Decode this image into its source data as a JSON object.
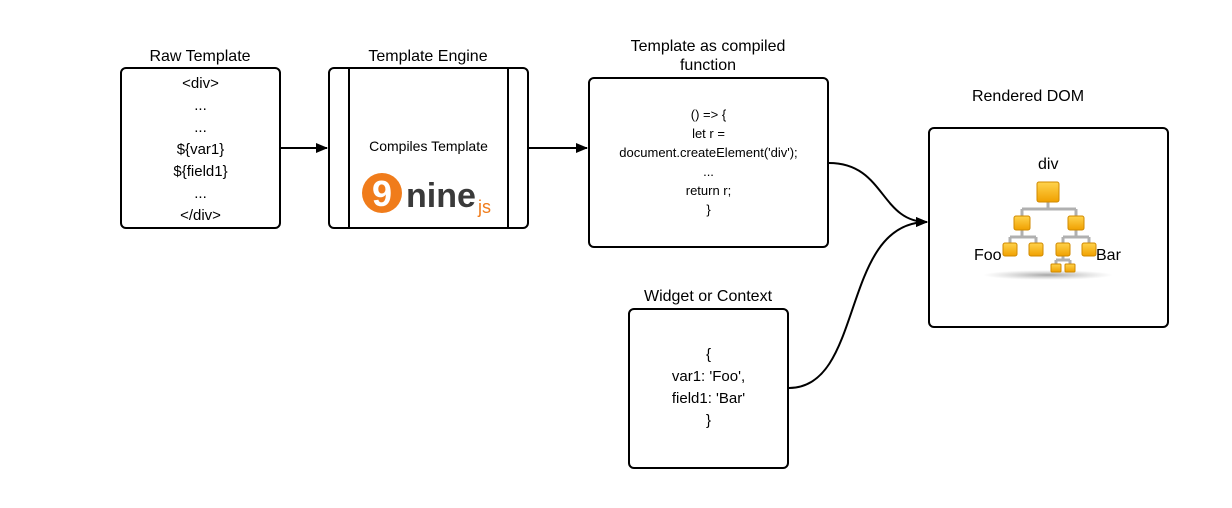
{
  "raw_template": {
    "title": "Raw Template",
    "lines": [
      "<div>",
      "...",
      "...",
      "${var1}",
      "${field1}",
      "...",
      "</div>"
    ]
  },
  "template_engine": {
    "title": "Template Engine",
    "caption": "Compiles Template",
    "logo": {
      "digit": "9",
      "word": "nine",
      "suffix": "js",
      "accent": "#f07c1b",
      "dark": "#3a3a3a"
    }
  },
  "compiled_function": {
    "title_line1": "Template as compiled",
    "title_line2": "function",
    "lines": [
      "() => {",
      "let r =",
      "document.createElement('div');",
      "...",
      "return r;",
      "}"
    ]
  },
  "context": {
    "title": "Widget or Context",
    "lines": [
      "{",
      "var1: 'Foo',",
      "field1: 'Bar'",
      "}"
    ]
  },
  "rendered_dom": {
    "title": "Rendered DOM",
    "root_label": "div",
    "left_label": "Foo",
    "right_label": "Bar",
    "node_color": "#f5a800",
    "connector_color": "#b0b0b0"
  }
}
